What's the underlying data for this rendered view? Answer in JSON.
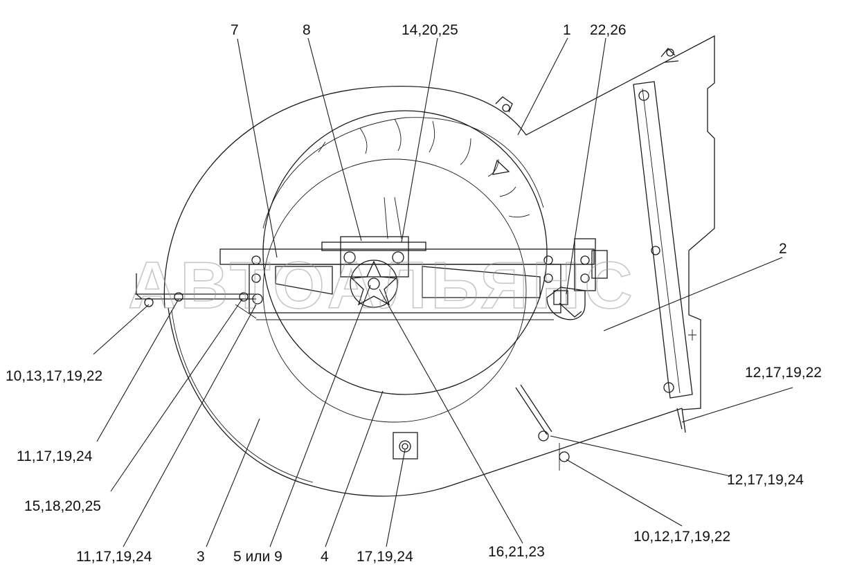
{
  "watermark": "АВТОАЛЬЯНС",
  "callouts": [
    {
      "id": "c7",
      "text": "7"
    },
    {
      "id": "c8",
      "text": "8"
    },
    {
      "id": "c14",
      "text": "14,20,25"
    },
    {
      "id": "c1",
      "text": "1"
    },
    {
      "id": "c22",
      "text": "22,26"
    },
    {
      "id": "c2",
      "text": "2"
    },
    {
      "id": "c10a",
      "text": "10,13,17,19,22"
    },
    {
      "id": "c12a",
      "text": "12,17,19,22"
    },
    {
      "id": "c11a",
      "text": "11,17,19,24"
    },
    {
      "id": "c12b",
      "text": "12,17,19,24"
    },
    {
      "id": "c15",
      "text": "15,18,20,25"
    },
    {
      "id": "c10b",
      "text": "10,12,17,19,22"
    },
    {
      "id": "c11b",
      "text": "11,17,19,24"
    },
    {
      "id": "c3",
      "text": "3"
    },
    {
      "id": "c5",
      "text": "5 или 9"
    },
    {
      "id": "c4",
      "text": "4"
    },
    {
      "id": "c17",
      "text": "17,19,24"
    },
    {
      "id": "c16",
      "text": "16,21,23"
    }
  ]
}
